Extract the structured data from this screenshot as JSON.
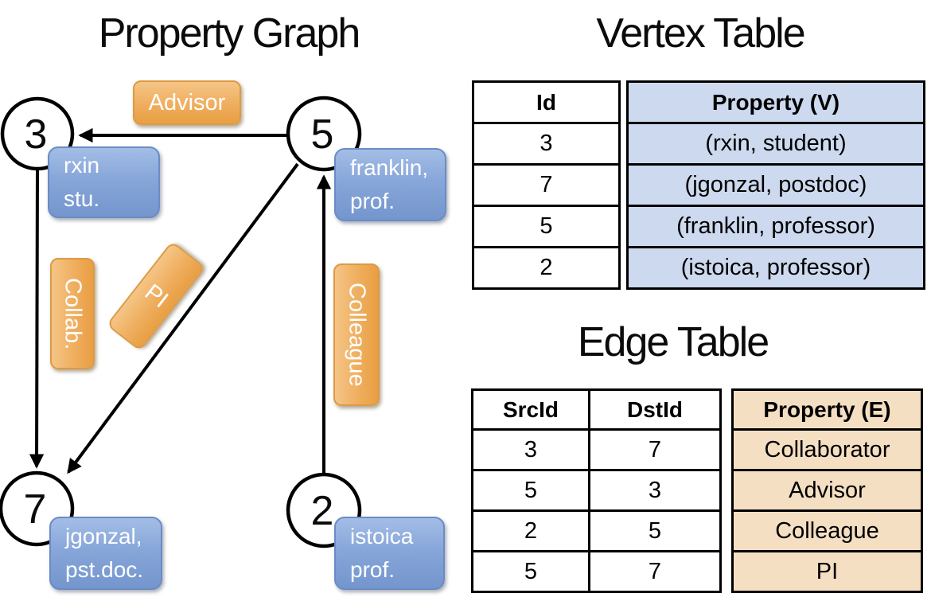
{
  "graph": {
    "title": "Property Graph",
    "nodes": [
      {
        "id": "3",
        "prop_line1": "rxin",
        "prop_line2": "stu."
      },
      {
        "id": "5",
        "prop_line1": "franklin,",
        "prop_line2": "prof."
      },
      {
        "id": "7",
        "prop_line1": "jgonzal,",
        "prop_line2": "pst.doc."
      },
      {
        "id": "2",
        "prop_line1": "istoica",
        "prop_line2": "prof."
      }
    ],
    "edge_labels": {
      "advisor": "Advisor",
      "collab": "Collab.",
      "pi": "PI",
      "colleague": "Colleague"
    }
  },
  "vertex_table": {
    "title": "Vertex Table",
    "columns": {
      "id": "Id",
      "property": "Property (V)"
    },
    "rows": [
      {
        "id": "3",
        "property": "(rxin, student)"
      },
      {
        "id": "7",
        "property": "(jgonzal, postdoc)"
      },
      {
        "id": "5",
        "property": "(franklin, professor)"
      },
      {
        "id": "2",
        "property": "(istoica, professor)"
      }
    ]
  },
  "edge_table": {
    "title": "Edge Table",
    "columns": {
      "src": "SrcId",
      "dst": "DstId",
      "property": "Property (E)"
    },
    "rows": [
      {
        "src": "3",
        "dst": "7",
        "property": "Collaborator"
      },
      {
        "src": "5",
        "dst": "3",
        "property": "Advisor"
      },
      {
        "src": "2",
        "dst": "5",
        "property": "Colleague"
      },
      {
        "src": "5",
        "dst": "7",
        "property": "PI"
      }
    ]
  },
  "colors": {
    "edge_label_orange": "#efae5e",
    "vertex_pill_blue": "#87a6d9",
    "vertex_table_cell": "#cdd9ee",
    "edge_table_cell": "#f5dfc3",
    "line_black": "#000000"
  }
}
